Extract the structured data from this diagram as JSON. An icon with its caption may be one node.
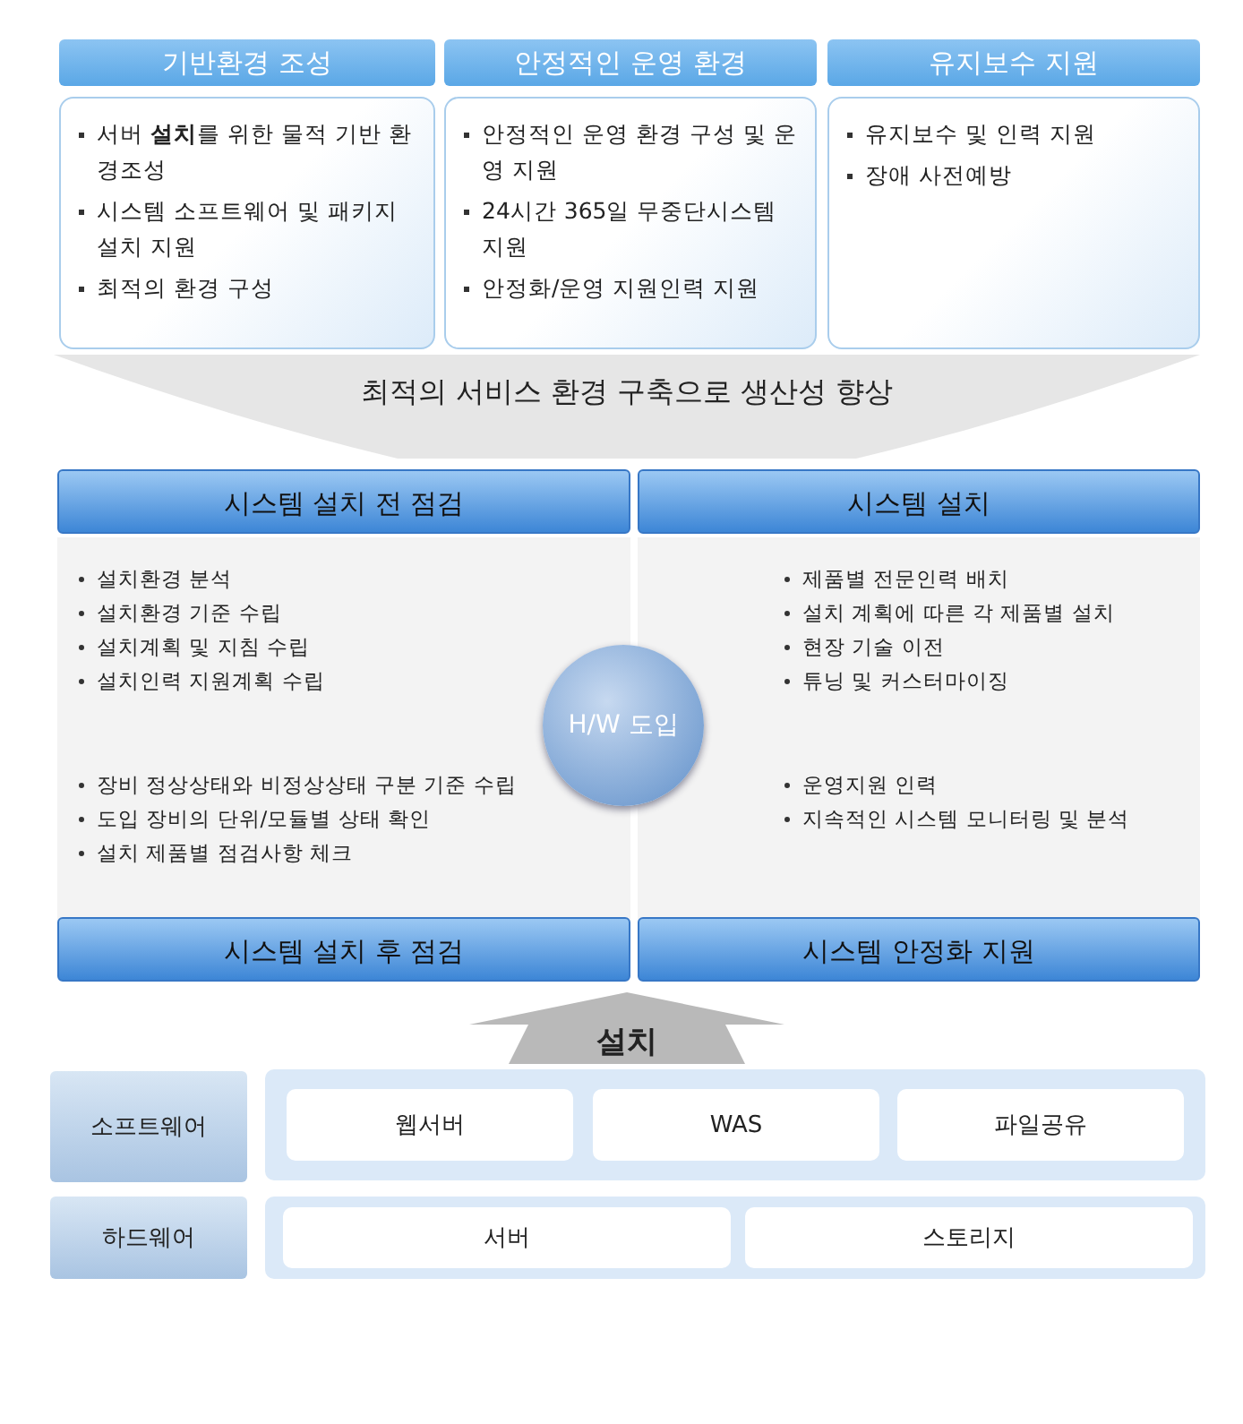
{
  "diagram": {
    "nodes": [
      {
        "text": [
          "기반환경 조성",
          "서버 **설치**를 위한 물적 기반 환경조성",
          "시스템 소프트웨어 및 패키지 설치 지원",
          "최적의 환경 구성"
        ]
      },
      {
        "text": [
          "안정적인 운영 환경",
          "안정적인 운영 환경 구성 및 운영 지원",
          "24시간 365일 무중단시스템 지원",
          "안정화/운영 지원인력 지원"
        ]
      },
      {
        "text": [
          "유지보수 지원",
          "유지보수 및 인력 지원",
          "장애 사전예방"
        ]
      },
      {
        "text": [
          "최적의 서비스 환경 구축으로 생산성 향상"
        ]
      },
      {
        "text": [
          "시스템 설치 전 점검",
          "설치환경 분석",
          "설치환경 기준 수립",
          "설치계획 및 지침 수립",
          "설치인력 지원계획 수립"
        ]
      },
      {
        "text": [
          "시스템 설치",
          "제품별 전문인력 배치",
          "설치 계획에 따른 각 제품별 설치",
          "현장 기술 이전",
          "튜닝 및 커스터마이징"
        ]
      },
      {
        "text": [
          "H/W 도입"
        ]
      },
      {
        "text": [
          "장비 정상상태와 비정상상태 구분 기준 수립",
          "도입 장비의 단위/모듈별 상태 확인",
          "설치 제품별 점검사항 체크",
          "시스템 설치 후 점검"
        ]
      },
      {
        "text": [
          "운영지원 인력",
          "지속적인 시스템 모니터링 및 분석",
          "시스템 안정화 지원"
        ]
      },
      {
        "text": [
          "설치"
        ]
      },
      {
        "text": [
          "소프트웨어"
        ]
      },
      {
        "text": [],
        "shape": "box"
      },
      {
        "text": [
          "웹서버"
        ],
        "in": 11
      },
      {
        "text": [
          "WAS"
        ],
        "in": 11
      },
      {
        "text": [
          "파일공유"
        ],
        "in": 11
      },
      {
        "text": [
          "하드웨어"
        ]
      },
      {
        "text": [],
        "shape": "box"
      },
      {
        "text": [
          "서버"
        ],
        "in": 16
      },
      {
        "text": [
          "스토리지"
        ],
        "in": 16
      }
    ]
  }
}
